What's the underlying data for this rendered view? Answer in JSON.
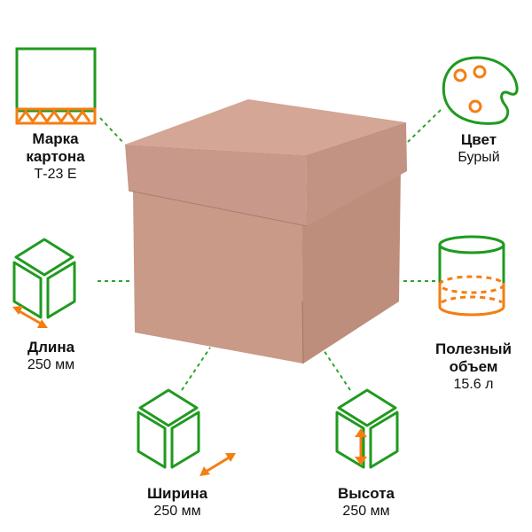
{
  "colors": {
    "icon_green": "#1f9a1f",
    "accent_orange": "#f57e12",
    "connector": "#2ea52e",
    "box_front": "#c99a87",
    "box_side": "#bd8e7c",
    "box_top": "#d1a391"
  },
  "features": [
    {
      "id": "cardboard-grade",
      "icon": "corrugated-cardboard-icon",
      "title": "Марка картона",
      "title_lines": [
        "Марка",
        "картона"
      ],
      "value": "Т-23 Е"
    },
    {
      "id": "color",
      "icon": "palette-icon",
      "title": "Цвет",
      "value": "Бурый"
    },
    {
      "id": "length",
      "icon": "cube-length-icon",
      "title": "Длина",
      "value": "250 мм"
    },
    {
      "id": "volume",
      "icon": "cylinder-volume-icon",
      "title": "Полезный объем",
      "title_lines": [
        "Полезный",
        "объем"
      ],
      "value": "15.6 л"
    },
    {
      "id": "width",
      "icon": "cube-width-icon",
      "title": "Ширина",
      "value": "250 мм"
    },
    {
      "id": "height",
      "icon": "cube-height-icon",
      "title": "Высота",
      "value": "250 мм"
    }
  ]
}
